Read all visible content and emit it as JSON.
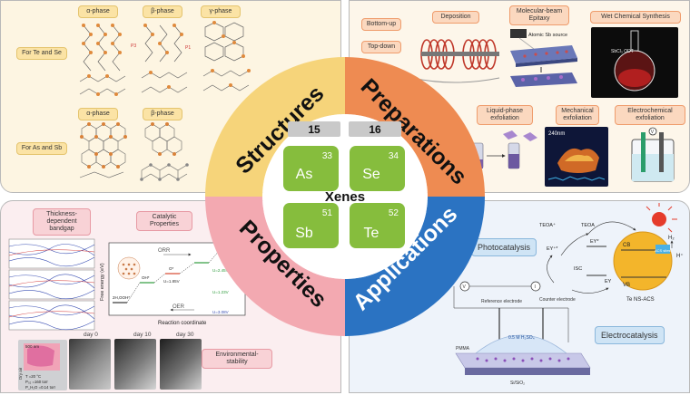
{
  "center": {
    "title": "Xenes",
    "groups": [
      "15",
      "16"
    ],
    "elements": [
      {
        "symbol": "As",
        "number": "33"
      },
      {
        "symbol": "Se",
        "number": "34"
      },
      {
        "symbol": "Sb",
        "number": "51"
      },
      {
        "symbol": "Te",
        "number": "52"
      }
    ]
  },
  "ring": {
    "structures": "Structures",
    "preparations": "Preparations",
    "properties": "Properties",
    "applications": "Applications"
  },
  "structures": {
    "phases_top": [
      "α-phase",
      "β-phase",
      "γ-phase"
    ],
    "for_te_se": "For Te and Se",
    "phases_bottom": [
      "α-phase",
      "β-phase"
    ],
    "for_as_sb": "For As and Sb"
  },
  "preparations": {
    "bottom_up": "Bottom-up",
    "top_down": "Top-down",
    "deposition": "Deposition",
    "mbe": "Molecular-beam Epitaxy",
    "mbe_source": "Atomic Sb source",
    "wet": "Wet Chemical Synthesis",
    "wet_flask_label": "SbCl₃ ODT",
    "liquid": "Liquid-phase exfoliation",
    "mechanical": "Mechanical exfoliation",
    "mechanical_scale": "240nm",
    "electrochemical": "Electrochemical exfoliation"
  },
  "properties": {
    "bandgap": "Thickness-dependent bandgap",
    "catalytic": "Catalytic Properties",
    "env": "Environmental-stability",
    "chart": {
      "ylabel": "Free energy (eV)",
      "xlabel": "Reaction coordinate",
      "orr": "ORR",
      "oer": "OER",
      "species": [
        "OOH*",
        "O₂/p*",
        "OH*",
        "O*",
        "2H,OOH*"
      ],
      "values": [
        "U=1.26V",
        "U=1.85V",
        "U=2.45V",
        "U=1.23V",
        "U=3.08V"
      ]
    },
    "days": [
      "day 0",
      "day 10",
      "day 30"
    ],
    "conditions": [
      "T =20 °C",
      "P₀₂ =160 torr",
      "P_H₂O =0.14 torr"
    ],
    "scale": "500 nm",
    "dry_air": "Dry air"
  },
  "applications": {
    "photocatalysis": "Photocatalysis",
    "electrocatalysis": "Electrocatalysis",
    "scheme": {
      "teoa_plus": "TEOA⁺",
      "teoa": "TEOA",
      "ey_plus": "EY⁺*",
      "ey_star": "EY*",
      "isc": "ISC",
      "ey": "EY",
      "cb": "CB",
      "vb": "VB",
      "h2": "H₂",
      "hplus": "H⁺",
      "acs": "ACS sites",
      "ns": "Te NS-ACS"
    },
    "cell": {
      "reference": "Reference electrode",
      "counter": "Counter electrode",
      "electrolyte": "0.5 M H₂SO₄",
      "pmma": "PMMA",
      "substrate": "Si/SiO₂",
      "v": "V",
      "i": "I"
    }
  },
  "colors": {
    "structures": "#f6d47a",
    "preparations": "#ee8b52",
    "properties": "#f3a9b1",
    "applications": "#2b73c2",
    "element_tile": "#86bd3d",
    "group_tile": "#c9c9c9"
  }
}
